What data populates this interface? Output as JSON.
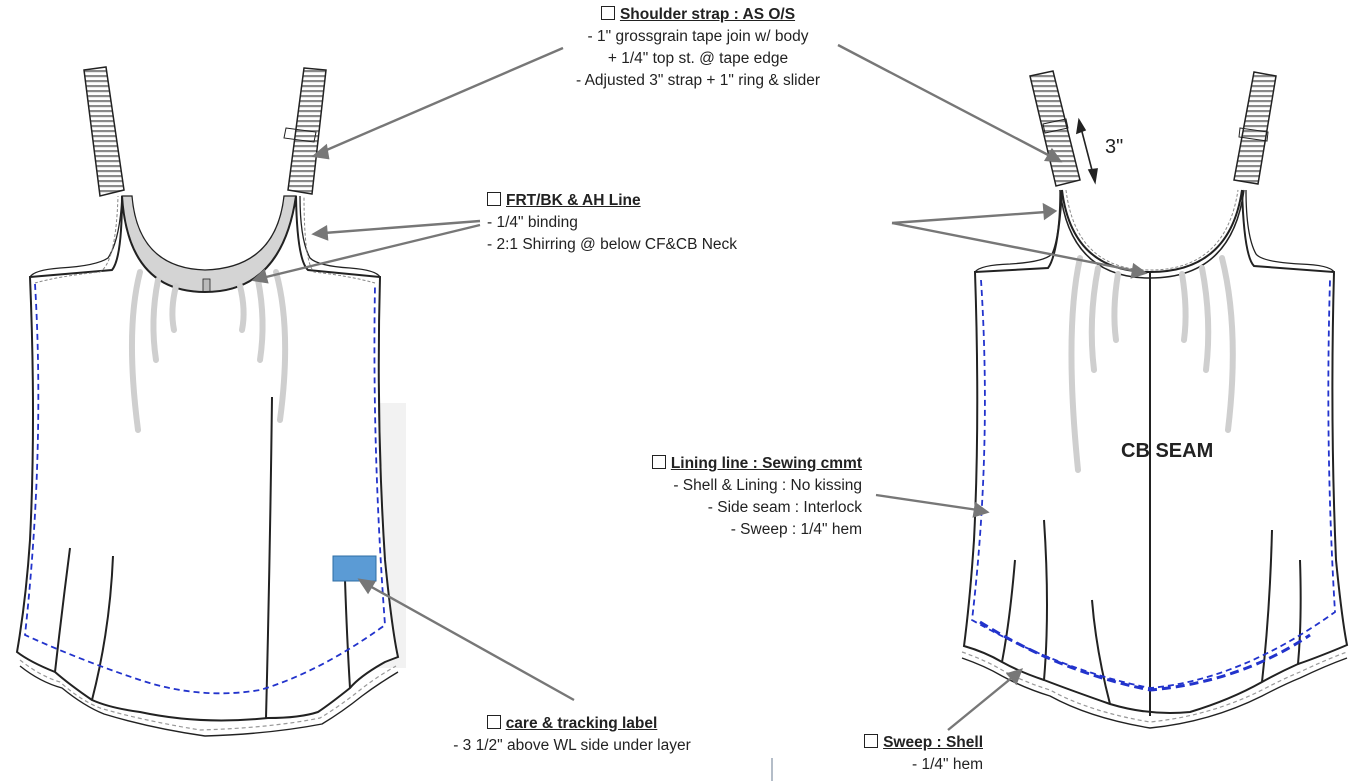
{
  "notes": {
    "shoulder": {
      "title": "Shoulder strap : AS O/S",
      "lines": [
        "- 1\" grossgrain tape join w/ body",
        "+ 1/4\" top st. @ tape edge",
        "- Adjusted 3\" strap + 1\" ring & slider"
      ]
    },
    "binding": {
      "title": "FRT/BK & AH Line",
      "lines": [
        "- 1/4\" binding",
        "- 2:1 Shirring @ below CF&CB Neck"
      ]
    },
    "lining": {
      "title": "Lining line : Sewing cmmt",
      "lines": [
        "- Shell & Lining : No kissing",
        "- Side seam : Interlock",
        "- Sweep : 1/4\" hem"
      ]
    },
    "care": {
      "title": "care & tracking label",
      "lines": [
        "- 3 1/2\" above WL side under layer"
      ]
    },
    "sweep": {
      "title": "Sweep : Shell",
      "lines": [
        "- 1/4\" hem"
      ]
    }
  },
  "labels": {
    "strap_length": "3\"",
    "cb_seam": "CB SEAM"
  },
  "colors": {
    "outline": "#222222",
    "lining_dash": "#2233cc",
    "label_fill": "#5b9bd5",
    "leader": "#777777",
    "shirring": "#d0d0d0"
  }
}
